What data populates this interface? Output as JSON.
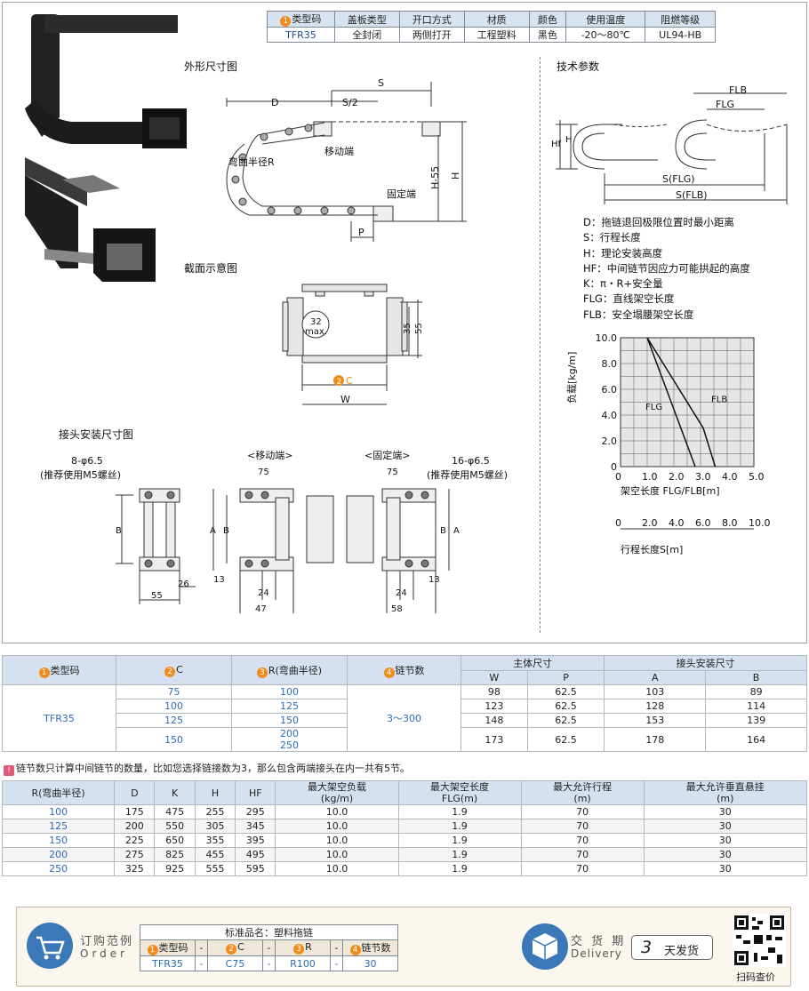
{
  "spec_table": {
    "headers": [
      "类型码",
      "盖板类型",
      "开口方式",
      "材质",
      "颜色",
      "使用温度",
      "阻燃等级"
    ],
    "header_num": "1",
    "values": [
      "TFR35",
      "全封闭",
      "两侧打开",
      "工程塑料",
      "黑色",
      "-20～80℃",
      "UL94-HB"
    ]
  },
  "sections": {
    "outline": "外形尺寸图",
    "tech": "技术参数",
    "cross": "截面示意图",
    "joint": "接头安装尺寸图"
  },
  "outline_labels": {
    "S": "S",
    "S2": "S/2",
    "D": "D",
    "H": "H",
    "H55": "H-55",
    "P": "P",
    "moving_end": "移动端",
    "fixed_end": "固定端",
    "bend_radius": "弯曲半径R"
  },
  "tech_labels": {
    "FLB": "FLB",
    "FLG": "FLG",
    "Hf": "Hf",
    "H": "H",
    "SFLG": "S(FLG)",
    "SFLB": "S(FLB)"
  },
  "legend": [
    "D：拖链退回极限位置时最小距离",
    "S：行程长度",
    "H：理论安装高度",
    "HF：中间链节因应力可能拱起的高度",
    "K：π・R+安全量",
    "FLG：直线架空长度",
    "FLB：安全塌腰架空长度"
  ],
  "cross_labels": {
    "max32": "32",
    "max": "max.",
    "h35": "35",
    "h55": "55",
    "C": "C",
    "C_num": "2",
    "W": "W"
  },
  "joint_labels": {
    "left_holes": "8-φ6.5",
    "left_note": "(推荐使用M5螺丝)",
    "right_holes": "16-φ6.5",
    "right_note": "(推荐使用M5螺丝)",
    "moving": "<移动端>",
    "fixed": "<固定端>",
    "B": "B",
    "A": "A",
    "d55": "55",
    "d26": "26",
    "d75a": "75",
    "d75b": "75",
    "d13a": "13",
    "d24a": "24",
    "d47": "47",
    "d24b": "24",
    "d13b": "13",
    "d58": "58"
  },
  "chart_data": [
    {
      "type": "line",
      "ylabel": "负载[kg/m]",
      "xlabel": "架空长度 FLG/FLB[m]",
      "x_ticks": [
        "0",
        "1.0",
        "2.0",
        "3.0",
        "4.0",
        "5.0"
      ],
      "y_ticks": [
        "0",
        "2.0",
        "4.0",
        "6.0",
        "8.0",
        "10.0"
      ],
      "xlim": [
        0,
        5
      ],
      "ylim": [
        0,
        10
      ],
      "grid": true,
      "series": [
        {
          "name": "FLG",
          "x": [
            1.0,
            2.8
          ],
          "y": [
            10.0,
            0.0
          ]
        },
        {
          "name": "FLB",
          "x": [
            1.0,
            3.1,
            3.55
          ],
          "y": [
            10.0,
            3.0,
            0.0
          ]
        }
      ],
      "secondary_axis": {
        "label": "行程长度S[m]",
        "ticks": [
          "0",
          "2.0",
          "4.0",
          "6.0",
          "8.0",
          "10.0"
        ]
      }
    }
  ],
  "main_table": {
    "h_type": "类型码",
    "h_type_num": "1",
    "h_C": "C",
    "h_C_num": "2",
    "h_R": "R(弯曲半径)",
    "h_R_num": "3",
    "h_links": "链节数",
    "h_links_num": "4",
    "h_body": "主体尺寸",
    "h_joint": "接头安装尺寸",
    "h_W": "W",
    "h_P": "P",
    "h_A": "A",
    "h_B": "B",
    "type_value": "TFR35",
    "links_value": "3～300",
    "rows": [
      {
        "C": "75",
        "R": "100",
        "W": "98",
        "P": "62.5",
        "A": "103",
        "B": "89"
      },
      {
        "C": "100",
        "R": "125",
        "W": "123",
        "P": "62.5",
        "A": "128",
        "B": "114"
      },
      {
        "C": "125",
        "R": "150",
        "W": "148",
        "P": "62.5",
        "A": "153",
        "B": "139"
      },
      {
        "C": "150",
        "R": "200",
        "W": "173",
        "P": "62.5",
        "A": "178",
        "B": "164"
      }
    ],
    "R_extra": "250"
  },
  "note": "链节数只计算中间链节的数量，比如您选择链接数为3，那么包含两端接头在内一共有5节。",
  "perf_table": {
    "headers": [
      "R(弯曲半径)",
      "D",
      "K",
      "H",
      "HF",
      "最大架空负载",
      "最大架空长度",
      "最大允许行程",
      "最大允许垂直悬挂"
    ],
    "units": [
      "",
      "",
      "",
      "",
      "",
      "(kg/m)",
      "FLG(m)",
      "(m)",
      "(m)"
    ],
    "rows": [
      [
        "100",
        "175",
        "475",
        "255",
        "295",
        "10.0",
        "1.9",
        "70",
        "30"
      ],
      [
        "125",
        "200",
        "550",
        "305",
        "345",
        "10.0",
        "1.9",
        "70",
        "30"
      ],
      [
        "150",
        "225",
        "650",
        "355",
        "395",
        "10.0",
        "1.9",
        "70",
        "30"
      ],
      [
        "200",
        "275",
        "825",
        "455",
        "495",
        "10.0",
        "1.9",
        "70",
        "30"
      ],
      [
        "250",
        "325",
        "925",
        "555",
        "595",
        "10.0",
        "1.9",
        "70",
        "30"
      ]
    ]
  },
  "order": {
    "title_cn": "订购范例",
    "title_en": "Order",
    "std_name": "标准品名：塑料拖链",
    "cols": [
      "类型码",
      "-",
      "C",
      "-",
      "R",
      "-",
      "链节数"
    ],
    "col_nums": [
      "1",
      "",
      "2",
      "",
      "3",
      "",
      "4"
    ],
    "vals": [
      "TFR35",
      "-",
      "C75",
      "-",
      "R100",
      "-",
      "30"
    ],
    "delivery_cn": "交 货 期",
    "delivery_en": "Delivery",
    "days_num": "3",
    "days_text": "天发货",
    "qr_caption": "扫码查价"
  }
}
